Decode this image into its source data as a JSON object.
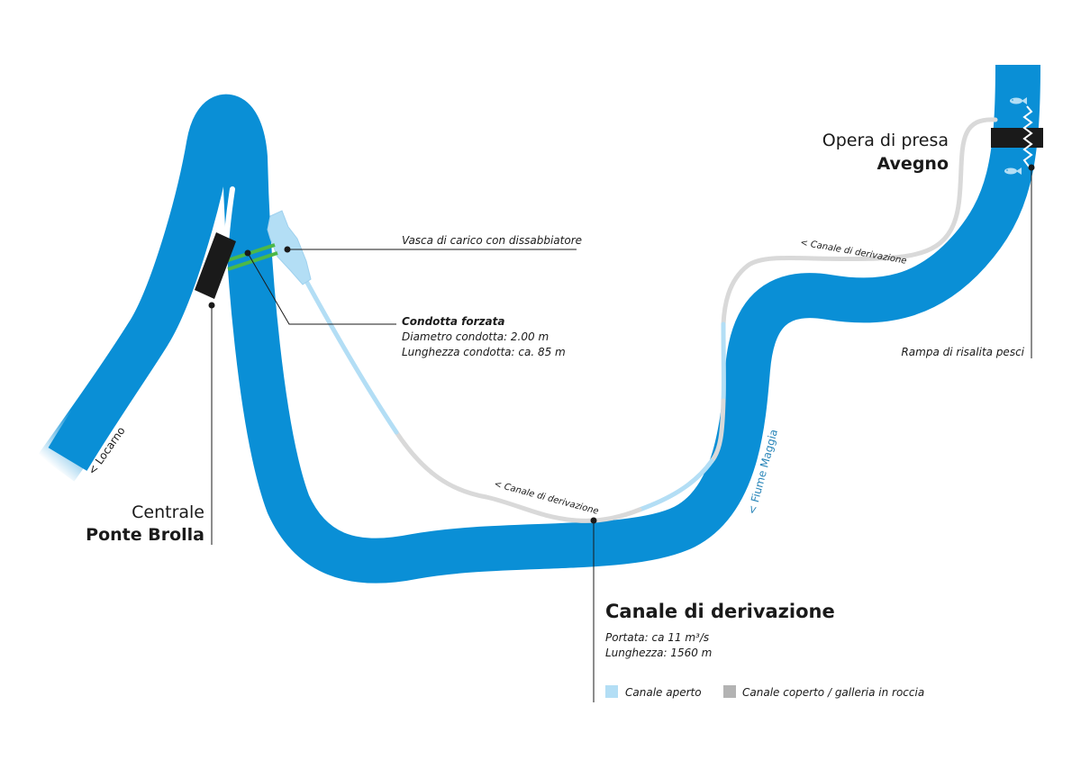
{
  "labels": {
    "vasca": "Vasca di carico con dissabbiatore",
    "condotta_title": "Condotta forzata",
    "condotta_diam": "Diametro condotta: 2.00 m",
    "condotta_len": "Lunghezza condotta: ca. 85 m",
    "presa_line1": "Opera di presa",
    "presa_line2": "Avegno",
    "rampa": "Rampa di risalita pesci",
    "centrale_line1": "Centrale",
    "centrale_line2": "Ponte Brolla",
    "canale_title": "Canale di derivazione",
    "canale_portata": "Portata: ca 11 m³/s",
    "canale_lunghezza": "Lunghezza: 1560 m",
    "canal_tag_top": "< Canale di derivazione",
    "canal_tag_bottom": "< Canale di derivazione",
    "fiume": "< Fiume Maggia",
    "locarno": "< Locarno"
  },
  "legend": [
    {
      "label": "Canale aperto",
      "color": "#b3def5",
      "text_color": "#1d8fcd"
    },
    {
      "label": "Canale coperto / galleria in roccia",
      "color": "#b3b3b3",
      "text_color": "#4d4d4d"
    }
  ],
  "colors": {
    "river": "#0a8fd6",
    "open_canal": "#b3def5",
    "covered_canal": "#d9d9d9",
    "penstock": "#4cb848",
    "structure": "#1a1a1a"
  },
  "icons": {
    "fish": "fish-icon",
    "fish_ladder": "zigzag-icon"
  }
}
